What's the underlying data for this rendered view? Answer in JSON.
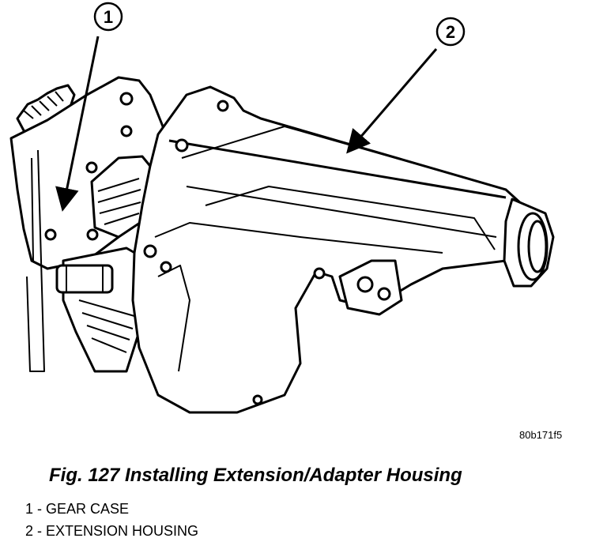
{
  "figure": {
    "callouts": [
      {
        "number": "1"
      },
      {
        "number": "2"
      }
    ],
    "image_code": "80b171f5",
    "caption": "Fig. 127 Installing Extension/Adapter Housing"
  },
  "legend": {
    "items": [
      {
        "text": "1 - GEAR CASE"
      },
      {
        "text": "2 - EXTENSION HOUSING"
      }
    ]
  },
  "colors": {
    "line": "#000000",
    "background": "#ffffff"
  }
}
